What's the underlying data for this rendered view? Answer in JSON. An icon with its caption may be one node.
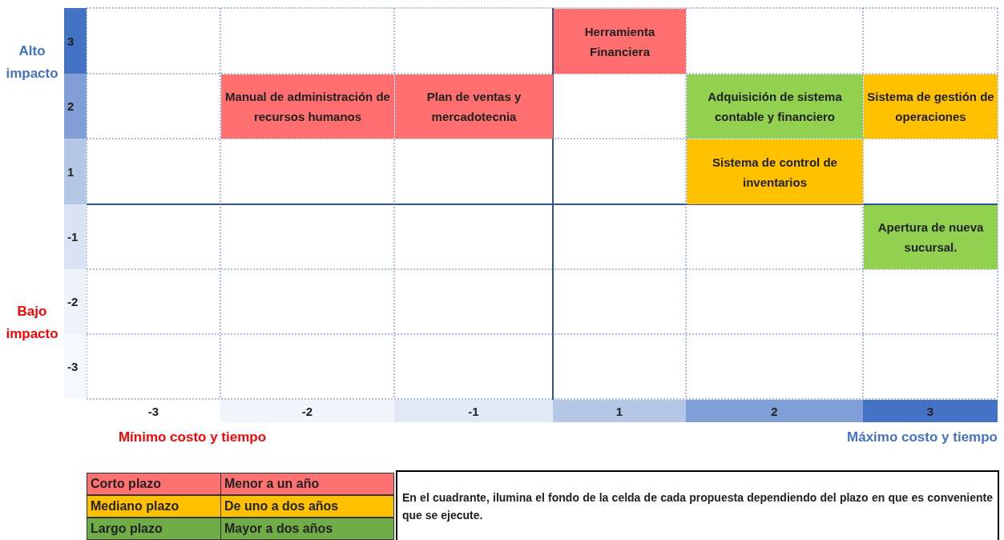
{
  "diagram": {
    "nodes": [
      {
        "text": [
          "Herramienta Financiera"
        ]
      },
      {
        "text": [
          "Manual de administración de recursos humanos"
        ]
      },
      {
        "text": [
          "Plan de ventas y mercadotecnia"
        ]
      },
      {
        "text": [
          "Adquisición de sistema contable y financiero"
        ]
      },
      {
        "text": [
          "Sistema de gestión de operaciones"
        ]
      },
      {
        "text": [
          "Sistema de control de inventarios"
        ]
      },
      {
        "text": [
          "Apertura de nueva sucursal."
        ]
      },
      {
        "text": [
          "En el cuadrante, ilumina el fondo de la celda de cada propuesta dependiendo del plazo en que es conveniente que se ejecute."
        ]
      }
    ],
    "edges": [],
    "labels": [
      "Alto impacto",
      "3",
      "2",
      "1",
      "-1",
      "-2",
      "Bajo impacto",
      "-3",
      "-3",
      "-2",
      "-1",
      "1",
      "2",
      "3",
      "Mínimo costo y tiempo",
      "Máximo costo y tiempo",
      "Menor a un año",
      "De uno a dos años",
      "Mayor a dos años"
    ],
    "legend": [
      {
        "text": "Corto plazo",
        "color": "#ff7070"
      },
      {
        "text": "Mediano plazo",
        "color": "#ffc000"
      },
      {
        "text": "Largo plazo",
        "color": "#70ad47"
      }
    ]
  }
}
